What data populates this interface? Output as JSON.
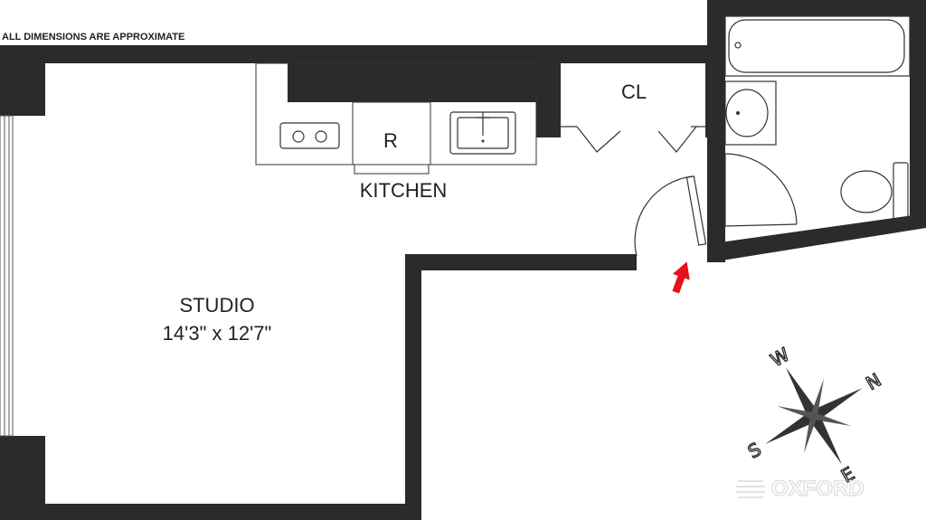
{
  "note": "ALL DIMENSIONS ARE APPROXIMATE",
  "rooms": {
    "studio": {
      "name": "STUDIO",
      "dimensions": "14'3\" x 12'7\""
    },
    "kitchen": {
      "name": "KITCHEN",
      "refrigerator": "R"
    },
    "closet": {
      "name": "CL"
    }
  },
  "compass": {
    "north": "N",
    "south": "S",
    "east": "E",
    "west": "W"
  },
  "brand": {
    "name": "OXFORD"
  },
  "colors": {
    "wall": "#2b2b2b",
    "entry_arrow": "#e8101c",
    "text": "#222222"
  },
  "icons": {
    "entry": "red-arrow-icon",
    "compass": "compass-rose-icon",
    "logo": "oxford-logo-icon"
  }
}
